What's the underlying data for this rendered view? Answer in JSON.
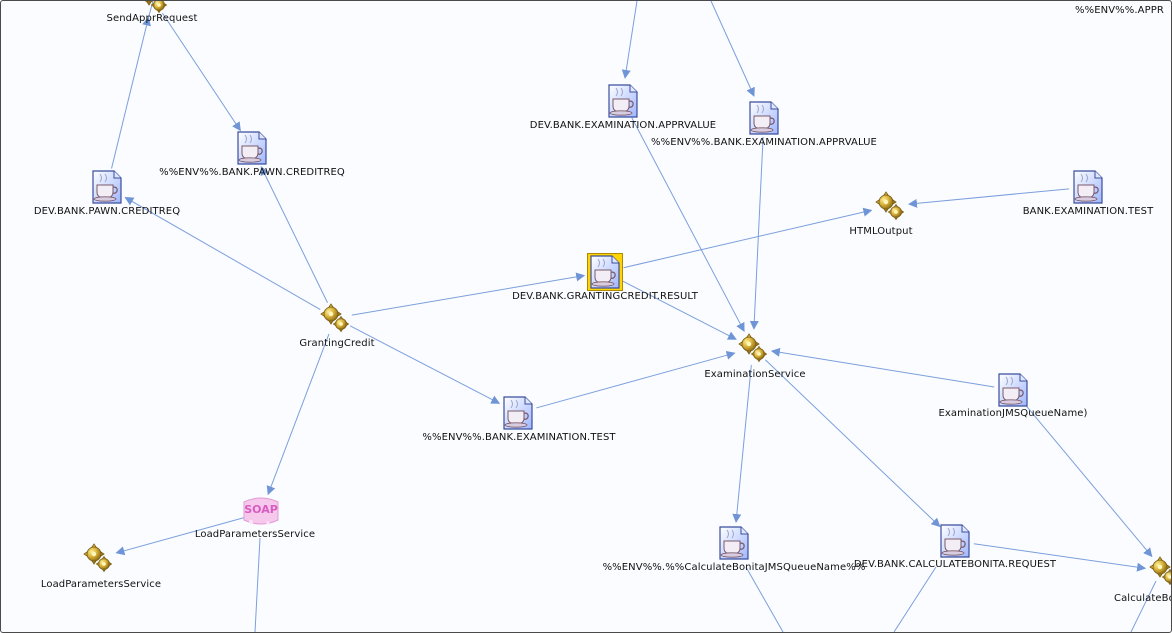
{
  "nodes": [
    {
      "id": "send-appr-request",
      "kind": "service",
      "label": "SendApprRequest"
    },
    {
      "id": "dev-bank-pawn-creditreq",
      "kind": "queue",
      "label": "DEV.BANK.PAWN.CREDITREQ"
    },
    {
      "id": "env-bank-pawn-creditreq",
      "kind": "queue",
      "label": "%%ENV%%.BANK.PAWN.CREDITREQ"
    },
    {
      "id": "granting-credit",
      "kind": "service",
      "label": "GrantingCredit"
    },
    {
      "id": "dev-bank-grantingcredit-result",
      "kind": "queue",
      "label": "DEV.BANK.GRANTINGCREDIT.RESULT",
      "selected": true
    },
    {
      "id": "dev-bank-examination-apprvalue",
      "kind": "queue",
      "label": "DEV.BANK.EXAMINATION.APPRVALUE"
    },
    {
      "id": "env-bank-examination-apprvalue",
      "kind": "queue",
      "label": "%%ENV%%.BANK.EXAMINATION.APPRVALUE"
    },
    {
      "id": "html-output",
      "kind": "service",
      "label": "HTMLOutput"
    },
    {
      "id": "bank-examination-test",
      "kind": "queue",
      "label": "BANK.EXAMINATION.TEST"
    },
    {
      "id": "examination-service",
      "kind": "service",
      "label": "ExaminationService"
    },
    {
      "id": "env-bank-examination-test",
      "kind": "queue",
      "label": "%%ENV%%.BANK.EXAMINATION.TEST"
    },
    {
      "id": "examination-jms-queue-name",
      "kind": "queue",
      "label": "ExaminationJMSQueueName)"
    },
    {
      "id": "load-parameters-soap",
      "kind": "soap",
      "label": "LoadParametersService",
      "icon_text": "SOAP"
    },
    {
      "id": "load-parameters-service",
      "kind": "service",
      "label": "LoadParametersService"
    },
    {
      "id": "env-calculate-bonita-queue",
      "kind": "queue",
      "label": "%%ENV%%.%%CalculateBonitaJMSQueueName%%"
    },
    {
      "id": "dev-bank-calculatebonita-request",
      "kind": "queue",
      "label": "DEV.BANK.CALCULATEBONITA.REQUEST"
    },
    {
      "id": "calculate-bonita",
      "kind": "service",
      "label": "CalculateBo"
    },
    {
      "id": "env-appr-clipped",
      "kind": "text",
      "label": "%%ENV%%.APPR"
    }
  ],
  "edges": [
    {
      "from": "dev-bank-pawn-creditreq",
      "to": "send-appr-request"
    },
    {
      "from": "send-appr-request",
      "to": "env-bank-pawn-creditreq"
    },
    {
      "from": "granting-credit",
      "to": "env-bank-pawn-creditreq"
    },
    {
      "from": "granting-credit",
      "to": "dev-bank-pawn-creditreq"
    },
    {
      "from": "granting-credit",
      "to": "dev-bank-grantingcredit-result"
    },
    {
      "from": "granting-credit",
      "to": "env-bank-examination-test"
    },
    {
      "from": "granting-credit",
      "to": "load-parameters-soap"
    },
    {
      "from": "dev-bank-grantingcredit-result",
      "to": "html-output"
    },
    {
      "from": "dev-bank-grantingcredit-result",
      "to": "examination-service"
    },
    {
      "from": "bank-examination-test",
      "to": "html-output"
    },
    {
      "from": "dev-bank-examination-apprvalue",
      "to": "examination-service"
    },
    {
      "from": "env-bank-examination-apprvalue",
      "to": "examination-service"
    },
    {
      "from": "env-bank-examination-test",
      "to": "examination-service"
    },
    {
      "from": "examination-jms-queue-name",
      "to": "examination-service"
    },
    {
      "from": "examination-service",
      "to": "env-calculate-bonita-queue"
    },
    {
      "from": "examination-service",
      "to": "dev-bank-calculatebonita-request"
    },
    {
      "from": "dev-bank-calculatebonita-request",
      "to": "calculate-bonita"
    },
    {
      "from": "examination-jms-queue-name",
      "to": "calculate-bonita"
    },
    {
      "from": "load-parameters-soap",
      "to": "load-parameters-service"
    }
  ]
}
